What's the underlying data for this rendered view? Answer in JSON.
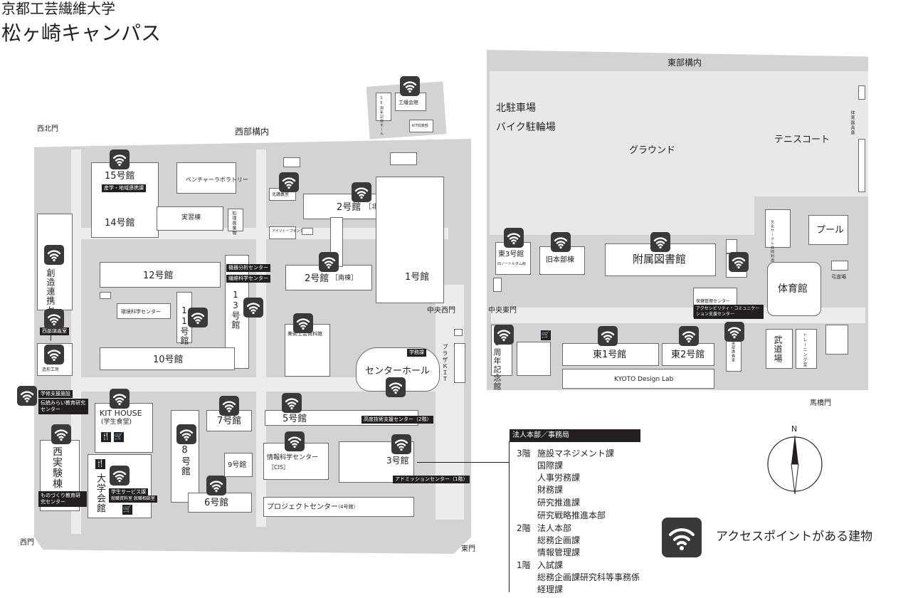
{
  "header": {
    "university": "京都工芸繊維大学",
    "campus": "松ヶ崎キャンパス"
  },
  "gates": {
    "northwest": "西北門",
    "west": "西門",
    "east": "東門",
    "central_west": "中央西門",
    "central_east": "中央東門",
    "umahashi": "馬橋門"
  },
  "areas": {
    "west_campus": "西部構内",
    "east_campus": "東部構内",
    "north_parking": "北駐車場",
    "bike_parking": "バイク駐輪場",
    "ground": "グラウンド",
    "tennis": "テニスコート",
    "pool": "プール",
    "plaza": "プラザＫＩＴ",
    "design_lab": "KYOTO Design Lab"
  },
  "buildings": {
    "b15": "15号館",
    "sangaku": "産学・地域連携課",
    "b14": "14号館",
    "venture": "ベンチャーラボラトリー",
    "jisshu": "実習棟",
    "haiki": "処理廃棄物",
    "kitakogi": "北講義室",
    "b2n": "2号館",
    "b2n_tag": "［北棟］",
    "isotope": "アイソトープセンター",
    "b2s": "2号館",
    "b2s_tag": "［南棟］",
    "b1": "1号館",
    "b12": "12号館",
    "kiki": "機器分析センター",
    "sen_i": "繊維科学センター",
    "b13": "13号館",
    "b11": "11号館",
    "kankyo": "環境科学センター",
    "b10": "10号館",
    "sozo": "創造連携センター",
    "nishikogi": "西部講義室",
    "zokei": "造形工房",
    "bijutsu": "美術工芸資料館",
    "center_hall": "センターホール",
    "gakumu": "学務課",
    "gakushu": "学修支援施設",
    "dento": "伝統みらい教育研究センター",
    "kit_house": "KIT HOUSE",
    "kit_house_sub": "(学生食堂)",
    "b7": "7号館",
    "b5": "5号館",
    "kodo": "高度技術支援センター（2階）",
    "nishi_jikken": "西実験棟",
    "monozukuri": "ものづくり教育研究センター",
    "daigaku": "大学会館",
    "gakusei": "学生サービス課",
    "gakusei_sub": "就職資料室 就職相談室",
    "b8": "8号館",
    "b6": "6号館",
    "b9": "9号館",
    "joho": "情報科学センター",
    "joho_sub": "［CIS］",
    "b3": "3号館",
    "admission": "アドミッションセンター（1階）",
    "project": "プロジェクトセンター",
    "project_sub": "（4号館）",
    "kogei": "工繊会館",
    "ryoei": "KIT倶楽部",
    "bunkyo": "15周年記念ホール",
    "higashi3": "東3号館",
    "higashi3_sub": "旧ノートルダム館",
    "kyuhonbu": "旧本部棟",
    "library": "附属図書館",
    "kenko": "保健管理センター",
    "access": "アクセシビリティ・コミュニケーション支援センター",
    "taiikukan": "体育館",
    "kyudo": "弓道場",
    "bunka": "文化サークル共同利用施設",
    "taiiku_kigu": "体育器具庫",
    "kinen60": "60周年記念館",
    "higashi1": "東1号館",
    "higashi2": "東2号館",
    "higashi_kogi": "東部講義室",
    "budo": "武道場",
    "training": "トレーニング室"
  },
  "admin_panel": {
    "title": "法人本部／事務局",
    "floors": [
      {
        "floor": "3階",
        "items": [
          "施設マネジメント課",
          "国際課",
          "人事労務課",
          "財務課",
          "研究推進課",
          "研究戦略推進本部"
        ]
      },
      {
        "floor": "2階",
        "items": [
          "法人本部",
          "総務企画課",
          "情報管理課"
        ]
      },
      {
        "floor": "1階",
        "items": [
          "入試課",
          "総務企画課研究科等事務係",
          "経理課"
        ]
      }
    ]
  },
  "compass": {
    "north": "N"
  },
  "legend": {
    "label": "アクセスポイントがある建物",
    "icon": "wifi-icon"
  },
  "colors": {
    "campus": "#d3d3d3",
    "building": "#ffffff",
    "icon_bg": "#3b3838",
    "label_bg": "#231f20"
  }
}
